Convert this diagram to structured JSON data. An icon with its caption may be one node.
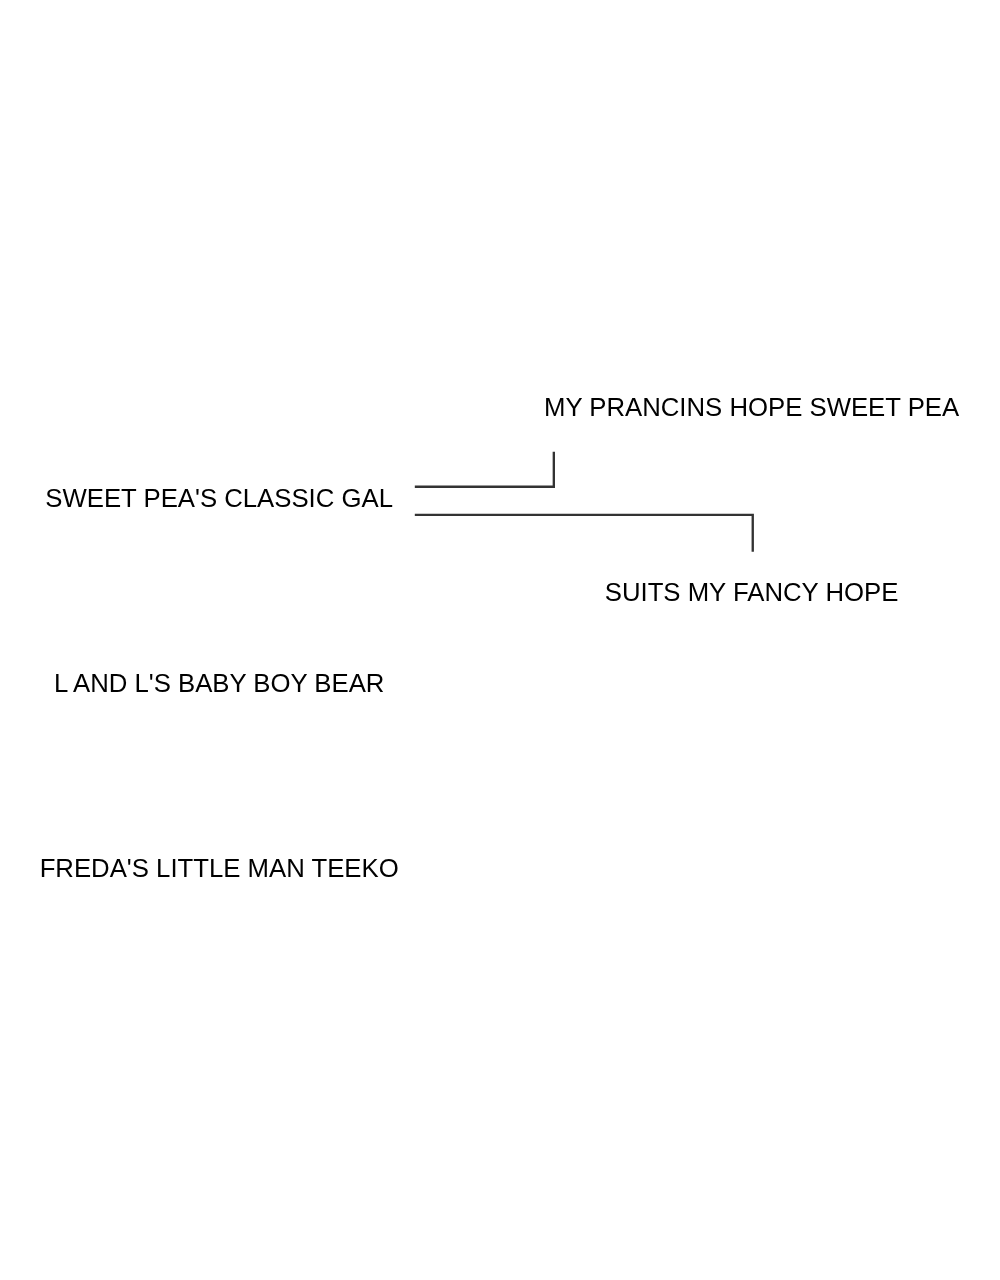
{
  "diagram": {
    "nodes": [
      {
        "text": [
          "FREDA'S LITTLE MAN TEEKO"
        ]
      },
      {
        "text": [
          "L AND L'S BABY BOY BEAR"
        ]
      },
      {
        "text": [
          "MY PRANCINS HOPE SWEET PEA"
        ]
      },
      {
        "text": [
          "SWEET PEA'S CLASSIC GAL"
        ]
      },
      {
        "text": [
          "SUITS MY FANCY HOPE"
        ]
      }
    ],
    "edges": [
      {
        "from": 3,
        "to": 2,
        "arrow": "none"
      },
      {
        "from": 3,
        "to": 4,
        "arrow": "none"
      }
    ]
  }
}
